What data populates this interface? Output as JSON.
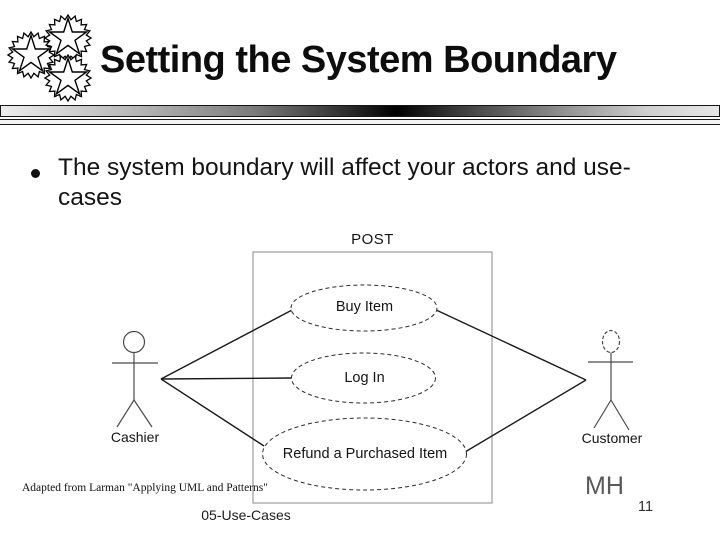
{
  "slide": {
    "title": "Setting the System Boundary",
    "bullet": "The system boundary will affect your actors and use-cases",
    "footer": {
      "credit": "Adapted from Larman \"Applying UML and Patterns\"",
      "deck_name": "05-Use-Cases",
      "author_initials": "MH",
      "page_number": "11"
    }
  },
  "diagram": {
    "type": "uml-use-case",
    "system_boundary_label": "POST",
    "use_cases": [
      {
        "label": "Buy Item"
      },
      {
        "label": "Log In"
      },
      {
        "label": "Refund a Purchased Item"
      }
    ],
    "actors": [
      {
        "label": "Cashier"
      },
      {
        "label": "Customer"
      }
    ],
    "associations": [
      {
        "actor": "Cashier",
        "use_case": "Buy Item"
      },
      {
        "actor": "Cashier",
        "use_case": "Log In"
      },
      {
        "actor": "Cashier",
        "use_case": "Refund a Purchased Item"
      },
      {
        "actor": "Customer",
        "use_case": "Buy Item"
      },
      {
        "actor": "Customer",
        "use_case": "Refund a Purchased Item"
      }
    ]
  },
  "colors": {
    "title_text": "#0d0d0d",
    "body_text": "#141414",
    "boundary_stroke": "#a3a3a3",
    "association_stroke": "#1a1a1a",
    "actor_stroke": "#4a4a4a",
    "initials_gray": "#595959"
  }
}
